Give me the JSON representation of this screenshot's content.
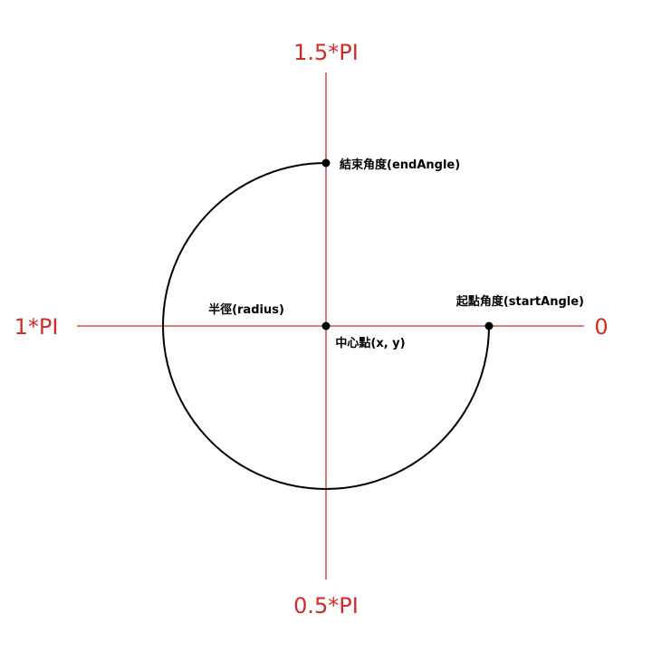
{
  "colors": {
    "axis": "#d12a2a",
    "arc": "#000000",
    "text": "#000000"
  },
  "axis_labels": {
    "angle_0": "0",
    "angle_half_pi": "0.5*PI",
    "angle_pi": "1*PI",
    "angle_one_and_half_pi": "1.5*PI"
  },
  "annotations": {
    "end_angle": "結束角度(endAngle)",
    "start_angle": "起點角度(startAngle)",
    "radius": "半徑(radius)",
    "center": "中心點(x, y)"
  }
}
